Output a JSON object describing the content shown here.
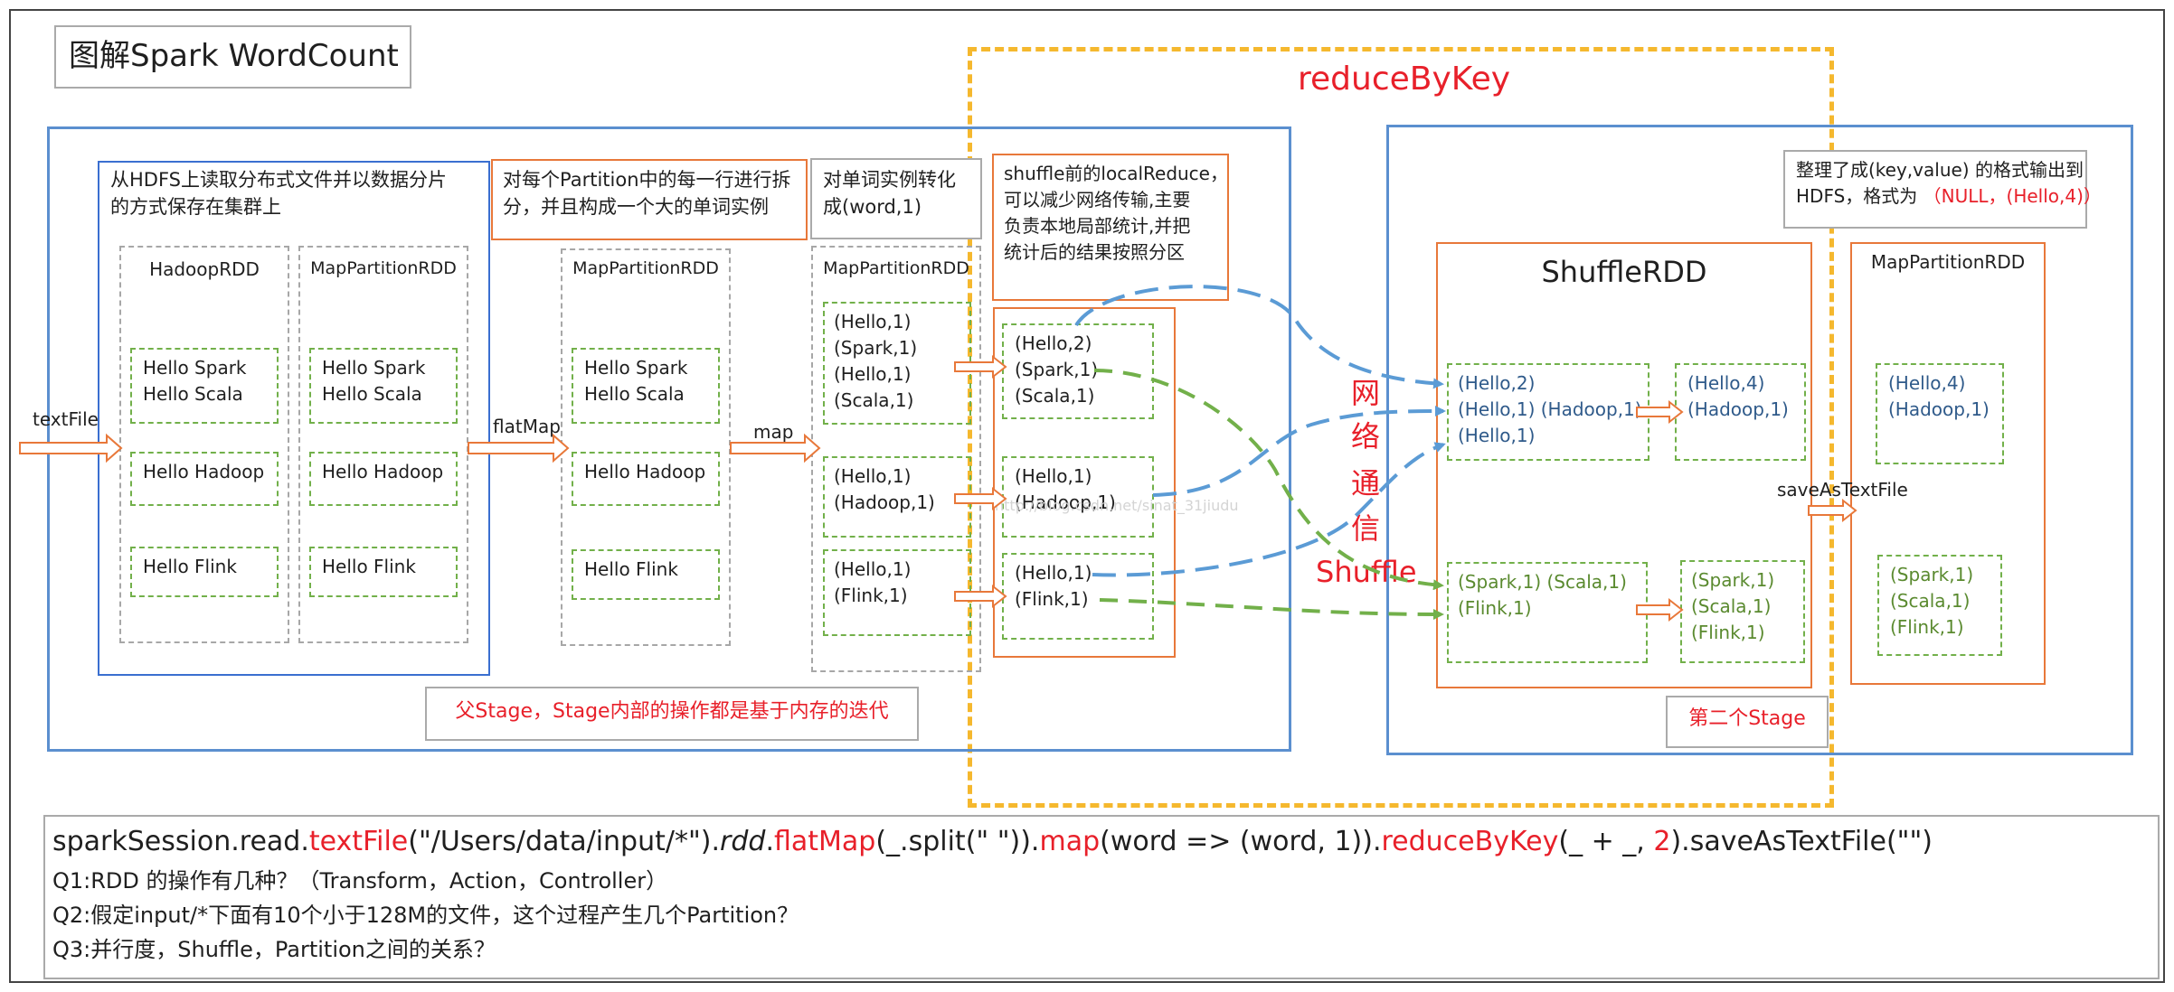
{
  "title": "图解Spark WordCount",
  "reduce_by_key_label": "reduceByKey",
  "arrows": {
    "text_file": "textFile",
    "flat_map": "flatMap",
    "map": "map",
    "save_as_text_file": "saveAsTextFile"
  },
  "notes": {
    "hdfs_read": "从HDFS上读取分布式文件并以数据分片\n的方式保存在集群上",
    "split": "对每个Partition中的每一行进行拆\n分，并且构成一个大的单词实例",
    "convert": "对单词实例转化\n成(word,1)",
    "local_reduce": "shuffle前的localReduce，\n可以减少网络传输,主要\n负责本地局部统计,并把\n统计后的结果按照分区",
    "output_prefix": "整理了成(key,value) 的格式输出到\nHDFS，格式为 ",
    "output_format": "（NULL，(Hello,4)）"
  },
  "rdd_labels": {
    "hadoop_rdd": "HadoopRDD",
    "map_partition_rdd": "MapPartitionRDD",
    "shuffle_rdd": "ShuffleRDD"
  },
  "partitions": {
    "lines": [
      "Hello Spark\nHello Scala",
      "Hello Hadoop",
      "Hello Flink"
    ],
    "pairs": [
      "(Hello,1)\n(Spark,1)\n(Hello,1)\n(Scala,1)",
      "(Hello,1)\n(Hadoop,1)",
      "(Hello,1)\n(Flink,1)"
    ],
    "local_reduced": [
      "(Hello,2)\n(Spark,1)\n(Scala,1)",
      "(Hello,1)\n(Hadoop,1)",
      "(Hello,1)\n(Flink,1)"
    ],
    "shuffle_in": [
      "(Hello,2)\n(Hello,1) (Hadoop,1)\n(Hello,1)",
      "(Spark,1) (Scala,1)\n(Flink,1)"
    ],
    "shuffle_out": [
      "(Hello,4)\n(Hadoop,1)",
      "(Spark,1)\n(Scala,1)\n(Flink,1)"
    ],
    "final": [
      "(Hello,4)\n(Hadoop,1)",
      "(Spark,1)\n(Scala,1)\n(Flink,1)"
    ]
  },
  "network": {
    "chars": [
      "网",
      "络",
      "通",
      "信"
    ],
    "shuffle": "Shuffle"
  },
  "stage_labels": {
    "parent": "父Stage，Stage内部的操作都是基于内存的迭代",
    "second": "第二个Stage"
  },
  "watermark": "http://blog.csdn.net/sinat_31jiudu",
  "code": {
    "part1": "sparkSession.read.",
    "part2": "textFile",
    "part3": "(\"/Users/data/input/*\").",
    "part4": "rdd",
    "part5": ".",
    "part6": "flatMap",
    "part7": "(_.split(\" \")).",
    "part8": "map",
    "part9": "(word => (word, 1)).",
    "part10": "reduceByKey",
    "part11": "(_ + _, ",
    "part12": "2",
    "part13": ").saveAsTextFile(\"\")"
  },
  "questions": [
    "Q1:RDD 的操作有几种？（Transform，Action，Controller）",
    "Q2:假定input/*下面有10个小于128M的文件，这个过程产生几个Partition？",
    "Q3:并行度，Shuffle，Partition之间的关系？"
  ],
  "colors": {
    "accent_red": "#e8202a",
    "blue_box": "#5b8fcf",
    "orange": "#e8783a",
    "green": "#72b04a",
    "yellow": "#f5b82e",
    "blue_dash": "#5b9bd5"
  }
}
